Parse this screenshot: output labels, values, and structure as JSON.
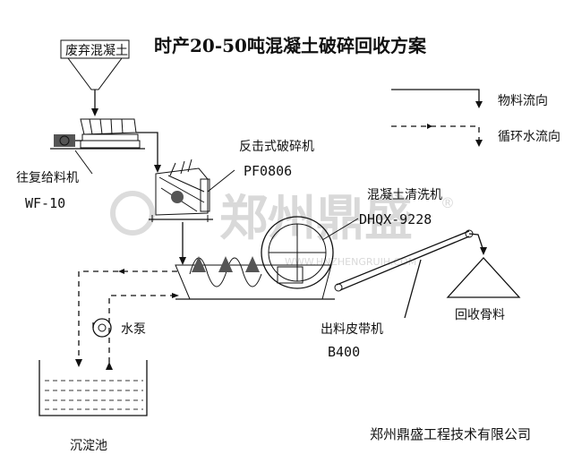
{
  "title": "时产20-50吨混凝土破碎回收方案",
  "company": "郑州鼎盛工程技术有限公司",
  "watermark": {
    "text": "郑州鼎盛",
    "mark": "®",
    "url": "WWW.HNZHENGRUIH.COM"
  },
  "legend": {
    "material_flow": "物料流向",
    "water_flow": "循环水流向"
  },
  "labels": {
    "waste_concrete": "废弃混凝土",
    "feeder_name": "往复给料机",
    "feeder_model": "WF-10",
    "crusher_name": "反击式破碎机",
    "crusher_model": "PF0806",
    "washer_name": "混凝土清洗机",
    "washer_model": "DHQX-9228",
    "conveyor_name": "出料皮带机",
    "conveyor_model": "B400",
    "pump": "水泵",
    "recycled_aggregate": "回收骨料",
    "settling_tank": "沉淀池"
  },
  "colors": {
    "line": "#111111",
    "watermark": "#d9d9d9",
    "background": "#ffffff"
  }
}
